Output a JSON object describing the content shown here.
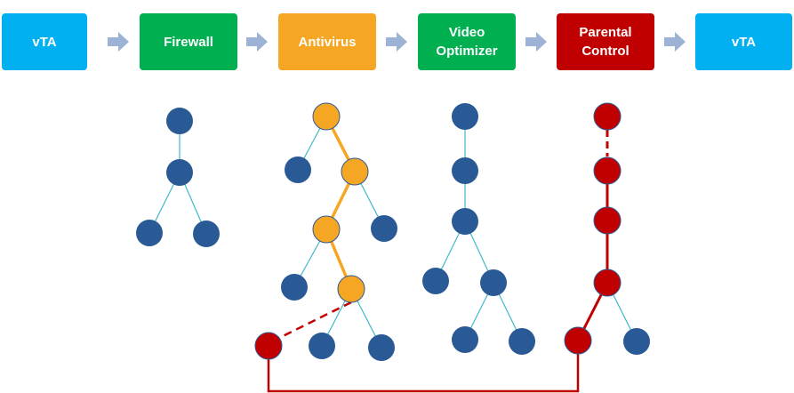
{
  "pipeline": [
    {
      "label": "vTA",
      "color": "#00B0F0"
    },
    {
      "label": "Firewall",
      "color": "#00B050"
    },
    {
      "label": "Antivirus",
      "color": "#F5A623"
    },
    {
      "label": "Video\nOptimizer",
      "color": "#00B050"
    },
    {
      "label": "Parental\nControl",
      "color": "#C00000"
    },
    {
      "label": "vTA",
      "color": "#00B0F0"
    }
  ],
  "colors": {
    "node_default": "#2A5A96",
    "edge_default": "#3FB8C8",
    "antivirus_path": "#F5A623",
    "parental_path": "#C00000",
    "arrow": "#9DB3D6"
  },
  "trees": [
    {
      "name": "firewall-tree"
    },
    {
      "name": "antivirus-tree"
    },
    {
      "name": "video-optimizer-tree"
    },
    {
      "name": "parental-control-tree"
    }
  ]
}
